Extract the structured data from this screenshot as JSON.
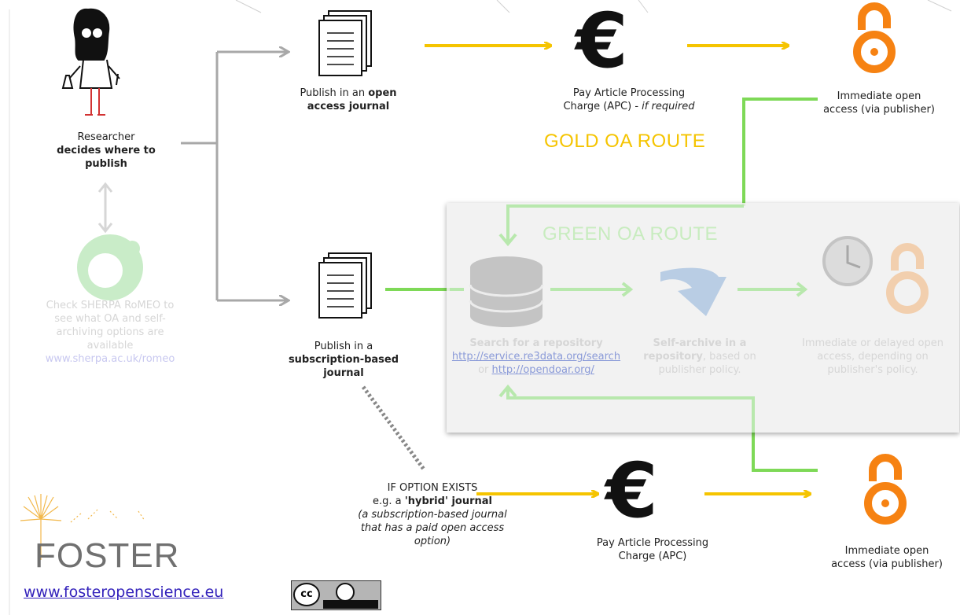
{
  "colors": {
    "gold": "#f5c400",
    "green": "#7ed957",
    "gray_arrow": "#a8a8a8",
    "oa_orange": "#f68212",
    "text": "#222222"
  },
  "researcher": {
    "line1": "Researcher",
    "line2": "decides where to",
    "line3": "publish"
  },
  "sherpa": {
    "line1": "Check SHERPA RoMEO to",
    "line2": "see what OA and self-",
    "line3": "archiving options are",
    "line4": "available",
    "link": "www.sherpa.ac.uk/romeo"
  },
  "gold_route": {
    "label": "GOLD OA ROUTE",
    "journal": {
      "pre": "Publish in an ",
      "bold1": "open",
      "bold2": "access journal"
    },
    "apc": {
      "line1": "Pay Article Processing",
      "line2_pre": "Charge (APC) - ",
      "line2_italic": "if required"
    },
    "access": {
      "line1": "Immediate open",
      "line2": "access (via publisher)"
    }
  },
  "green_route": {
    "label": "GREEN OA ROUTE",
    "search": {
      "title": "Search for a repository",
      "link1": "http://service.re3data.org/search",
      "or": "or ",
      "link2": "http://opendoar.org/"
    },
    "self_archive": {
      "bold1": "Self-archive in a",
      "bold2": "repository",
      "rest": ", based on",
      "line3": "publisher policy."
    },
    "delayed": {
      "line1": "Immediate or delayed open",
      "line2": "access, depending on",
      "line3": "publisher's policy."
    }
  },
  "subscription": {
    "line1": "Publish in a",
    "line2": "subscription-based",
    "line3": "journal"
  },
  "hybrid": {
    "line1": "IF OPTION EXISTS",
    "line2_pre": "e.g.  a ",
    "line2_bold": "'hybrid' journal",
    "line3": "(a subscription-based journal",
    "line4": "that has a paid open access",
    "line5": "option)"
  },
  "hybrid_apc": {
    "line1": "Pay Article Processing",
    "line2": "Charge (APC)"
  },
  "hybrid_access": {
    "line1": "Immediate open",
    "line2": "access (via publisher)"
  },
  "euro_symbol": "€",
  "footer": {
    "brand": "FOSTER",
    "website": "www.fosteropenscience.eu",
    "license": "CC BY"
  },
  "icons": [
    "scientist-figure",
    "document-stack-icon",
    "euro-icon",
    "open-access-icon",
    "sherpa-logo",
    "database-icon",
    "download-arrow-icon",
    "clock-icon",
    "dandelion-logo",
    "cc-by-badge"
  ]
}
